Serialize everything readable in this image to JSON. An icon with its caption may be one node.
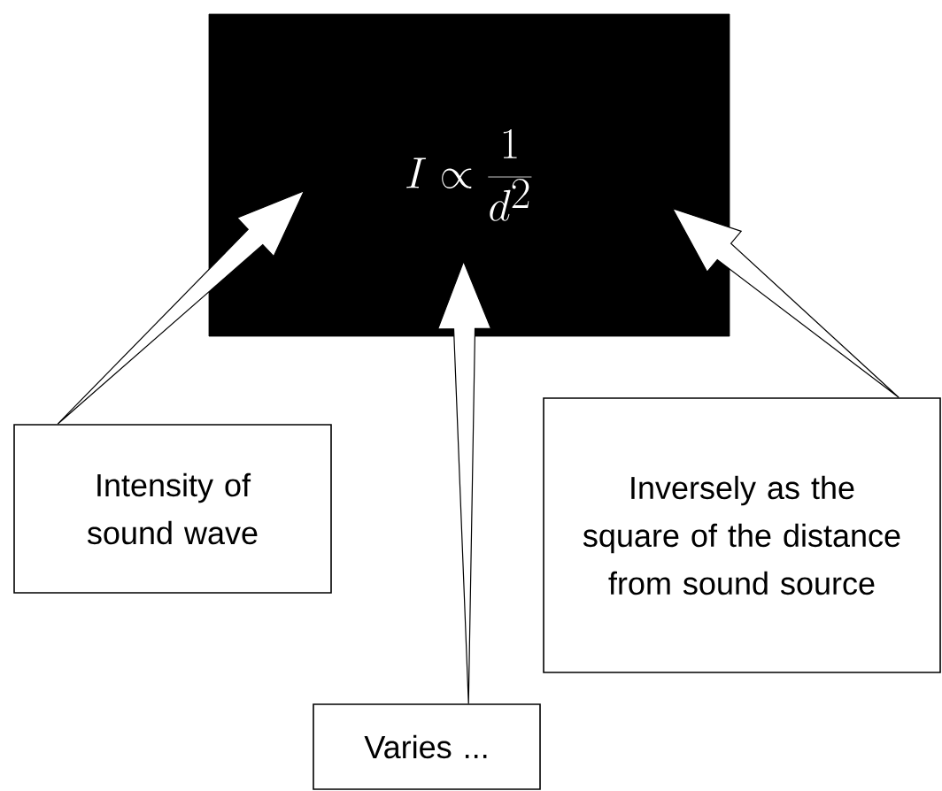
{
  "diagram": {
    "nodes": [
      {
        "text": [
          "I \\propto \\frac{1}{d^{2}}"
        ]
      },
      {
        "text": [
          "Intensity of sound wave"
        ]
      },
      {
        "text": [
          "Varies ..."
        ]
      },
      {
        "text": [
          "Inversely as the square of the distance from sound source"
        ]
      }
    ],
    "edges": [
      {
        "from": 1,
        "to": 0,
        "arrow": "to"
      },
      {
        "from": 2,
        "to": 0,
        "arrow": "to"
      },
      {
        "from": 3,
        "to": 0,
        "arrow": "to"
      }
    ]
  }
}
